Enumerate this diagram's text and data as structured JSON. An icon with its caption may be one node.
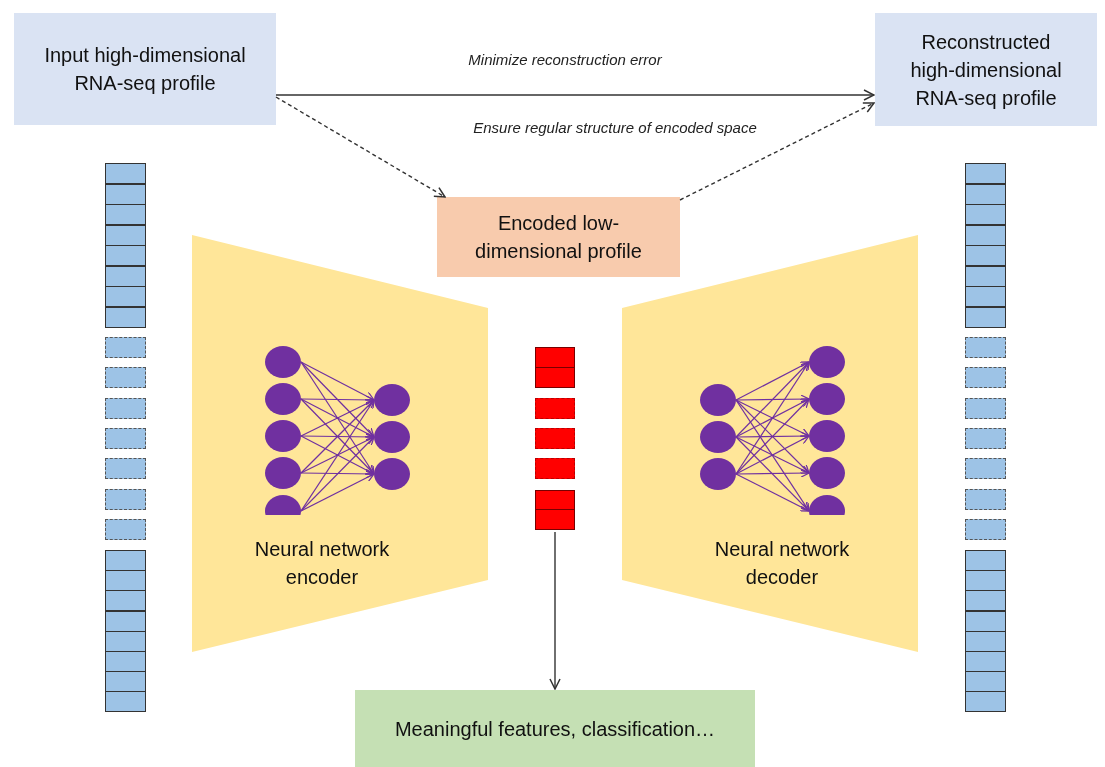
{
  "diagram": {
    "nodes": [
      {
        "text": [
          "Input high-dimensional RNA-seq profile"
        ]
      },
      {
        "text": [
          "Reconstructed high-dimensional RNA-seq profile"
        ]
      },
      {
        "text": [
          "Encoded low-dimensional profile"
        ]
      },
      {
        "text": [
          "Neural network encoder"
        ]
      },
      {
        "text": [],
        "shape": "bar"
      },
      {
        "text": [
          "Neural network decoder"
        ]
      },
      {
        "text": [
          "Meaningful features, classification…"
        ]
      }
    ],
    "edges": [
      {
        "from": 0,
        "to": 1,
        "arrow": "to",
        "label": "Minimize reconstruction error"
      },
      {
        "from": 0,
        "to": 2,
        "arrow": "to",
        "style": "dashed"
      },
      {
        "from": 2,
        "to": 1,
        "arrow": "to",
        "style": "dashed"
      },
      {
        "from": 4,
        "to": 6,
        "arrow": "to"
      }
    ],
    "labels": [
      "Ensure regular structure of encoded space"
    ]
  }
}
